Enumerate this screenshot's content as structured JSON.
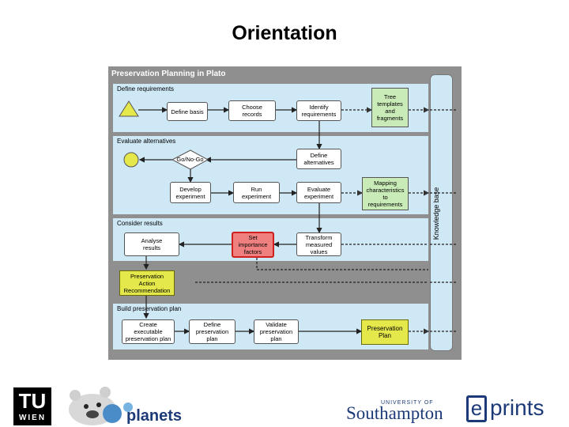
{
  "title": "Orientation",
  "diagram": {
    "title": "Preservation Planning in Plato",
    "sections": {
      "define_requirements": "Define requirements",
      "evaluate_alternatives": "Evaluate alternatives",
      "consider_results": "Consider results",
      "build_plan": "Build preservation plan"
    },
    "nodes": {
      "define_basis": "Define basis",
      "choose_records": "Choose\nrecords",
      "identify_requirements": "Identify\nrequirements",
      "go_nogo": "Go/No-Go",
      "define_alternatives": "Define\nalternatives",
      "develop_experiment": "Develop\nexperiment",
      "run_experiment": "Run\nexperiment",
      "evaluate_experiment": "Evaluate\nexperiment",
      "analyse_results": "Analyse\nresults",
      "set_importance": "Set\nimportance\nfactors",
      "transform_values": "Transform\nmeasured\nvalues",
      "create_plan": "Create\nexecutable\npreservation plan",
      "define_plan": "Define\npreservation\nplan",
      "validate_plan": "Validate\npreservation\nplan"
    },
    "side_nodes": {
      "tree_templates": "Tree\ntemplates\nand\nfragments",
      "mapping": "Mapping\ncharacteristics\nto\nrequirements",
      "action_recommendation": "Preservation\nAction\nRecommendation",
      "preservation_plan": "Preservation\nPlan"
    },
    "knowledge_base": "Knowledge base",
    "colors": {
      "background": "#8f8f8f",
      "section": "#cfe8f6",
      "highlight": "#f08080",
      "yellow": "#e4e84a",
      "green_box": "#c9ebb8"
    }
  },
  "logos": {
    "tu_top": "TU",
    "tu_bottom": "WIEN",
    "planets": "planets",
    "southampton_small": "UNIVERSITY OF",
    "southampton": "Southampton",
    "eprints": "prints"
  }
}
